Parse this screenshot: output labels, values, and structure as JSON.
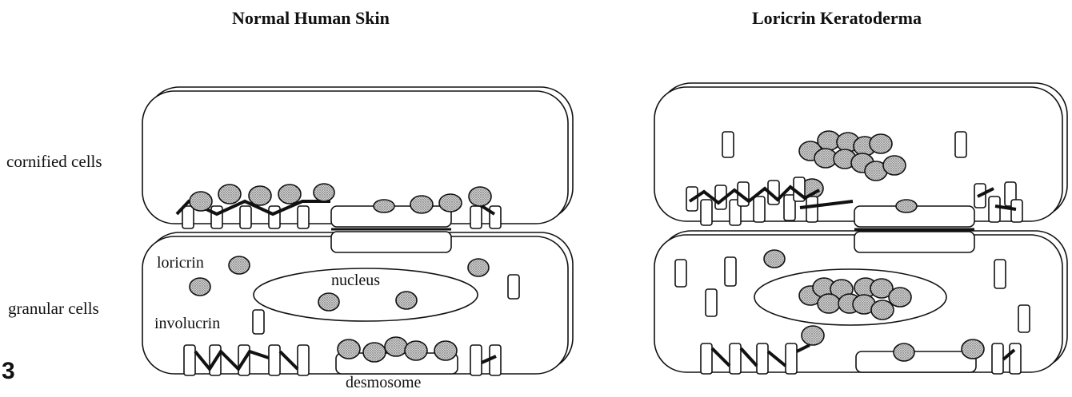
{
  "figure_number": "3",
  "panels": [
    {
      "title": "Normal Human Skin"
    },
    {
      "title": "Loricrin Keratoderma"
    }
  ],
  "labels": {
    "cornified_cells": "cornified cells",
    "granular_cells": "granular cells",
    "loricrin": "loricrin",
    "nucleus": "nucleus",
    "involucrin": "involucrin",
    "desmosome": "desmosome"
  },
  "colors": {
    "outline": "#111111",
    "granule_fill": "#b9b9b9",
    "background": "#ffffff"
  }
}
